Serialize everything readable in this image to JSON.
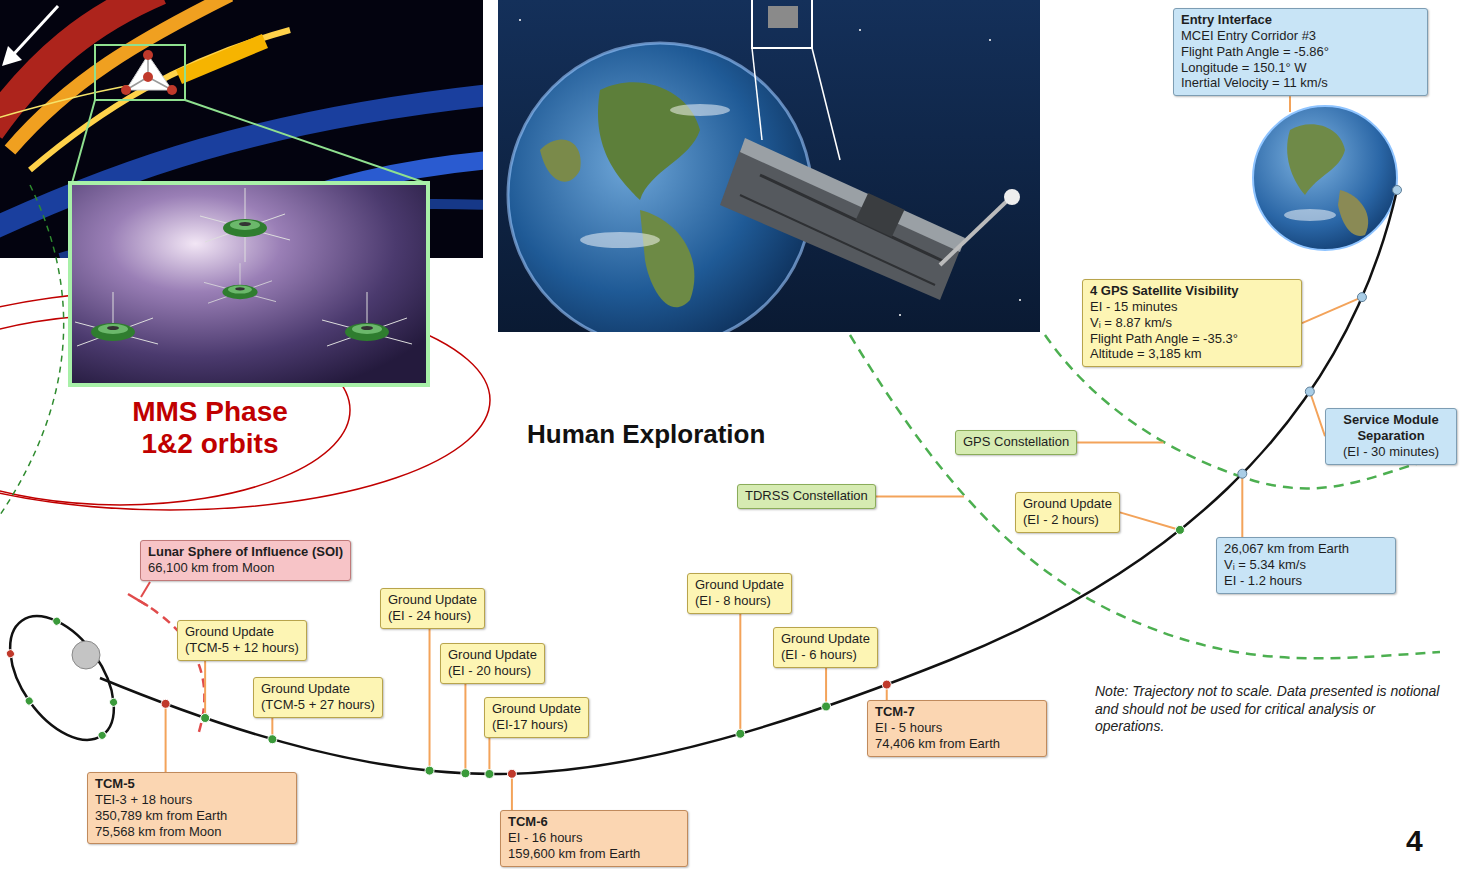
{
  "diagram": {
    "nodes": [
      {
        "text": [
          "Entry Interface",
          "MCEI Entry Corridor #3",
          "Flight Path Angle = -5.86°",
          "Longitude = 150.1° W",
          "Inertial Velocity = 11 km/s"
        ]
      },
      {
        "text": [
          "4 GPS Satellite Visibility",
          "EI - 15 minutes",
          "Vᵢ = 8.87 km/s",
          "Flight Path Angle = -35.3°",
          "Altitude = 3,185 km"
        ]
      },
      {
        "text": [
          "Service Module Separation",
          "(EI - 30 minutes)"
        ]
      },
      {
        "text": [
          "GPS Constellation"
        ]
      },
      {
        "text": [
          "TDRSS Constellation"
        ]
      },
      {
        "text": [
          "Ground Update",
          "(EI - 2 hours)"
        ]
      },
      {
        "text": [
          "26,067 km from Earth",
          "Vᵢ = 5.34 km/s",
          "EI - 1.2 hours"
        ]
      },
      {
        "text": [
          "Lunar Sphere of Influence (SOI)",
          "66,100 km from Moon"
        ]
      },
      {
        "text": [
          "Ground Update",
          "(TCM-5 + 12 hours)"
        ]
      },
      {
        "text": [
          "Ground Update",
          "(EI - 24 hours)"
        ]
      },
      {
        "text": [
          "Ground Update",
          "(EI - 20 hours)"
        ]
      },
      {
        "text": [
          "Ground Update",
          "(TCM-5 + 27 hours)"
        ]
      },
      {
        "text": [
          "Ground Update",
          "(EI-17 hours)"
        ]
      },
      {
        "text": [
          "Ground Update",
          "(EI - 8 hours)"
        ]
      },
      {
        "text": [
          "Ground Update",
          "(EI - 6 hours)"
        ]
      },
      {
        "text": [
          "TCM-5",
          "TEI-3 + 18 hours",
          "350,789 km from Earth",
          "75,568 km from Moon"
        ]
      },
      {
        "text": [
          "TCM-6",
          "EI - 16 hours",
          "159,600 km from Earth"
        ]
      },
      {
        "text": [
          "TCM-7",
          "EI - 5 hours",
          "74,406 km from Earth"
        ]
      }
    ],
    "labels": [
      "MMS Phase 1&2 orbits",
      "Human Exploration",
      "Note: Trajectory not to scale. Data presented is notional and should not be used for critical analysis or operations.",
      "4"
    ]
  }
}
